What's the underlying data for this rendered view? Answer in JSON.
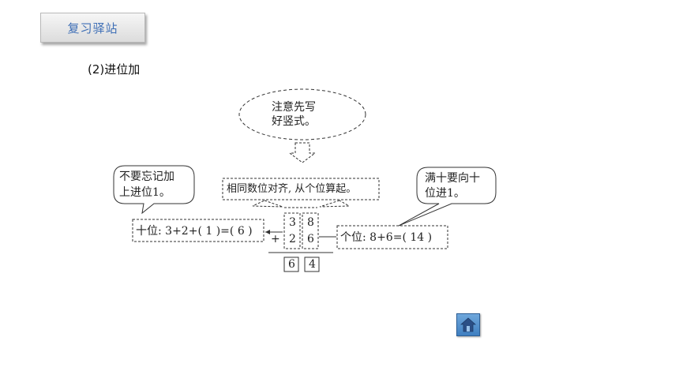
{
  "header": {
    "tab_label": "复习驿站"
  },
  "section": {
    "title": "(2)进位加"
  },
  "diagram": {
    "top_bubble_line1": "注意先写",
    "top_bubble_line2": "好竖式。",
    "left_bubble_line1": "不要忘记加",
    "left_bubble_line2": "上进位1。",
    "right_bubble_line1": "满十要向十",
    "right_bubble_line2": "位进1。",
    "align_note": "相同数位对齐, 从个位算起。",
    "tens_note": "十位: 3+2+( 1 )=( 6 )",
    "ones_note": "个位: 8+6=( 14 )",
    "addend1_tens": "3",
    "addend1_ones": "8",
    "addend2_tens": "2",
    "addend2_ones": "6",
    "plus_sign": "+",
    "result_tens": "6",
    "result_ones": "4"
  },
  "nav": {
    "home_icon": "home-icon"
  }
}
